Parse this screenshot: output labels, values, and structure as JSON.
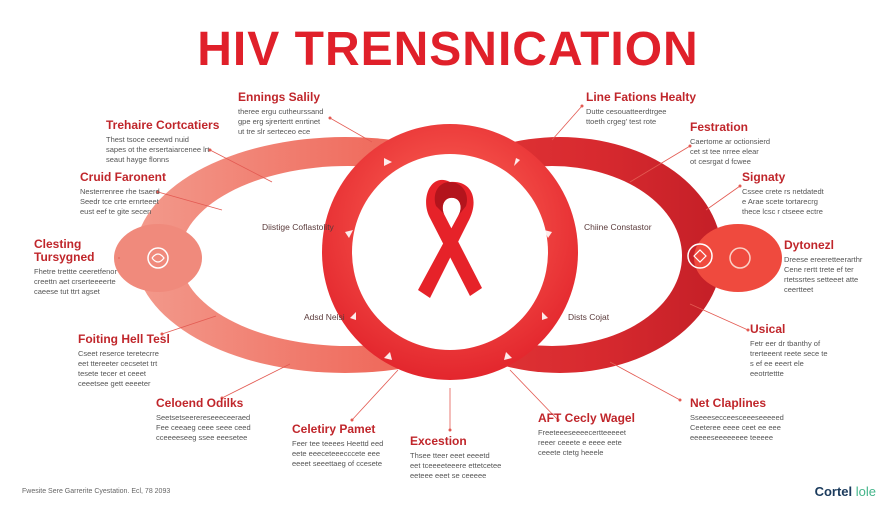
{
  "title": "HIV TRENSNICATION",
  "colors": {
    "accent": "#e0202a",
    "dark_red": "#c0262b",
    "pink": "#f7b8ad",
    "ribbon": "#e62229"
  },
  "labels": [
    {
      "id": "top-left",
      "title": "Trehaire Cortcatiers",
      "lines": [
        "Thest tsoce ceeewd nuid",
        "sapes ot the ersertaiarcenee lrt",
        "seaut hayge flonns"
      ]
    },
    {
      "id": "top-center-left",
      "title": "Ennings Salily",
      "lines": [
        "theree ergu cutheurssand",
        "gpe erg sjrertertt enrtinet",
        "ut tre slr serteceo ece"
      ]
    },
    {
      "id": "top-center-right",
      "title": "Line Fations Healty",
      "lines": [
        "Dutte cesouatteerdtrgee",
        "ttoeth crgeg' test rote"
      ]
    },
    {
      "id": "right-1",
      "title": "Festration",
      "lines": [
        "Caertome ar octionsierd",
        "cet st tee nrree elear",
        "ot cesrgat d fcwee"
      ]
    },
    {
      "id": "left-1",
      "title": "Cruid Faronent",
      "lines": [
        "Nesterrenree rhe tsaerd",
        "Seedr tce crte ernrteeet",
        "eust eef te gite secen"
      ]
    },
    {
      "id": "right-2",
      "title": "Signaty",
      "lines": [
        "Cssee crete rs netdatedt",
        "e Arae scete tortarecrg",
        "thece lcsc r ctseee ectre"
      ]
    },
    {
      "id": "left-2",
      "title": "Clesting Tursygned",
      "lines": [
        "Fhetre trettte ceeretfenor",
        "creettn aet crserteeeerte",
        "caeese tut ttrt agset"
      ]
    },
    {
      "id": "right-3",
      "title": "Dytonezl",
      "lines": [
        "Dreese ereeretteerarthr",
        "Cene rertt trete ef ter",
        "rtetssrtes setteeet atte",
        "ceertteet"
      ]
    },
    {
      "id": "left-3",
      "title": "Foiting Hell Tesl",
      "lines": [
        "Cseet reserce teretecrre",
        "eet ttereeter cecsetet trt",
        "tesete tecer et ceeet",
        "ceeetsee gett eeeeter"
      ]
    },
    {
      "id": "right-4",
      "title": "Usical",
      "lines": [
        "Fetr eer dr tbanthy of",
        "trerteeent reete sece te",
        "s ef ee eeert ele",
        "eeotrtettte"
      ]
    },
    {
      "id": "left-4",
      "title": "Celoend Odilks",
      "lines": [
        "Seetsetseerereseeeceeraed",
        "Fee ceeaeg ceee seee ceed",
        "cceeeeseeg ssee eeesetee"
      ]
    },
    {
      "id": "bottom-1",
      "title": "Celetiry Pamet",
      "lines": [
        "Feer tee teeees Heettd eed",
        "eete eeeceteeecccete eee",
        "eeeet seeettaeg of ccesete"
      ]
    },
    {
      "id": "bottom-2",
      "title": "Excestion",
      "lines": [
        "Thsee tteer eeet eeeetd",
        "eet tceeeeteeere ettetcetee",
        "eeteee eeet se ceeeee"
      ]
    },
    {
      "id": "bottom-3",
      "title": "AFT Cecly Wagel",
      "lines": [
        "Freeteeeseeeecertteeeeet",
        "reeer ceeete e eeee eete",
        "ceeete ctetg heeele"
      ]
    },
    {
      "id": "bottom-4",
      "title": "Net Claplines",
      "lines": [
        "Sseeesecceesceeeseeeeed",
        "Ceeteree eeee ceet ee eee",
        "eeeeeseeeeeeee teeeee"
      ]
    }
  ],
  "inner_labels": [
    {
      "id": "inner-top-left",
      "text": "Diistige Coflastolity"
    },
    {
      "id": "inner-top-right",
      "text": "Chiine Constastor"
    },
    {
      "id": "inner-bottom-left",
      "text": "Adsd Nelsi"
    },
    {
      "id": "inner-bottom-right",
      "text": "Dists Cojat"
    }
  ],
  "footer": "Fwesite Sere Garrerite Cyestation. Ecl, 78 2093",
  "brand": {
    "name": "Cortel",
    "suffix": "lole"
  }
}
